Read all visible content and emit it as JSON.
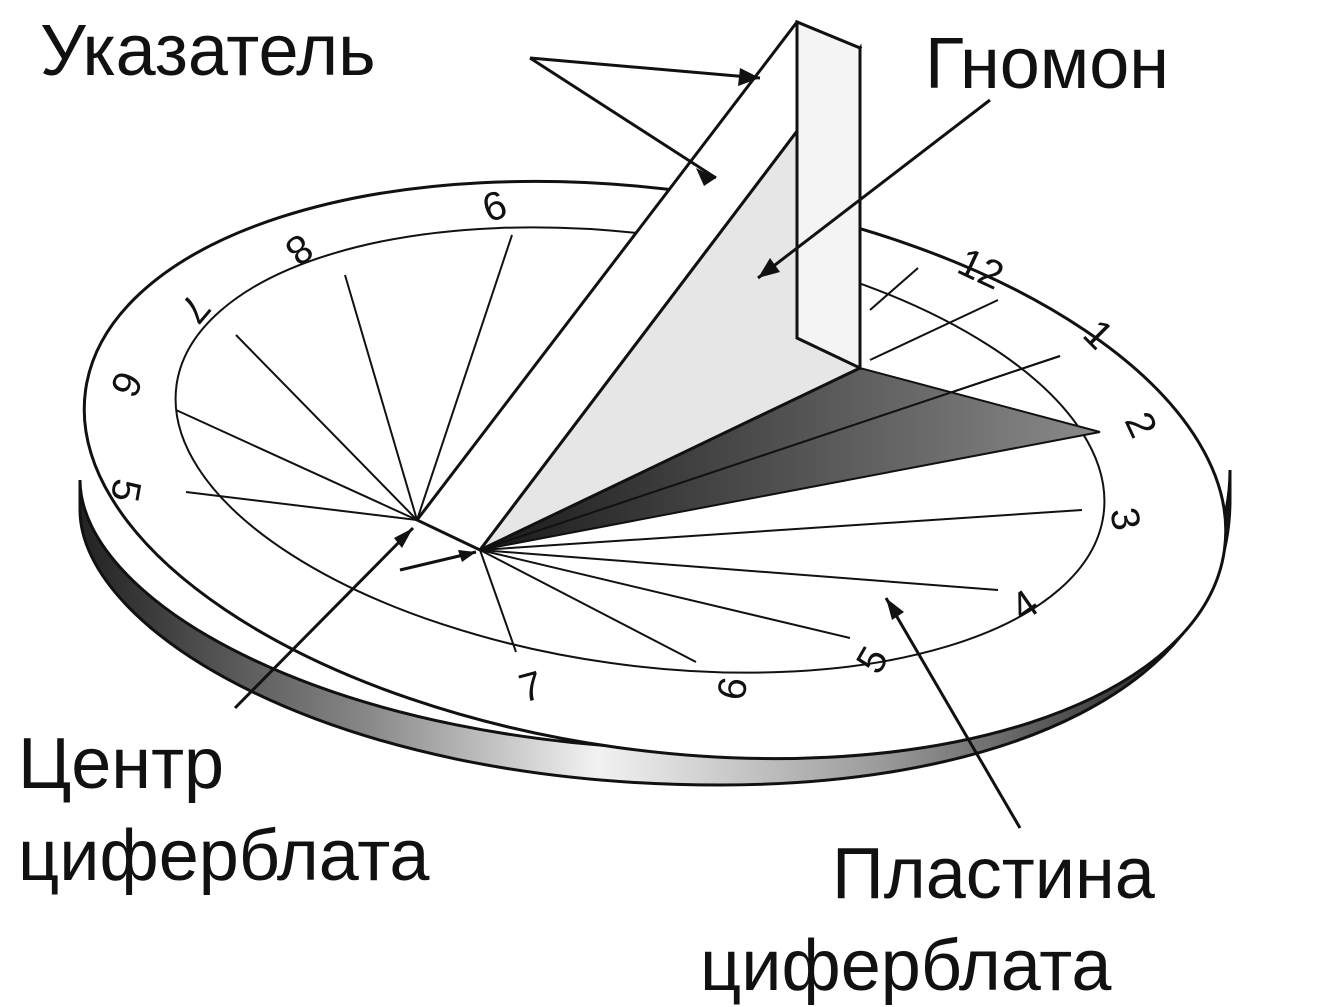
{
  "labels": {
    "pointer": "Указатель",
    "gnomon": "Гномон",
    "center_line1": "Центр",
    "center_line2": "циферблата",
    "plate_line1": "Пластина",
    "plate_line2": "циферблата"
  },
  "hour_numbers": {
    "h9_far": "9",
    "h8": "8",
    "h7_left": "7",
    "h6_left": "6",
    "h5_left": "5",
    "h12": "12",
    "h1": "1",
    "h2": "2",
    "h3": "3",
    "h4": "4",
    "h5_right": "5",
    "h6_bottom": "6",
    "h7_bottom": "7"
  },
  "colors": {
    "ink": "#111111",
    "gnomon_face": "#e6e6e6",
    "shadow": "#555555",
    "plate_top": "#ffffff"
  }
}
